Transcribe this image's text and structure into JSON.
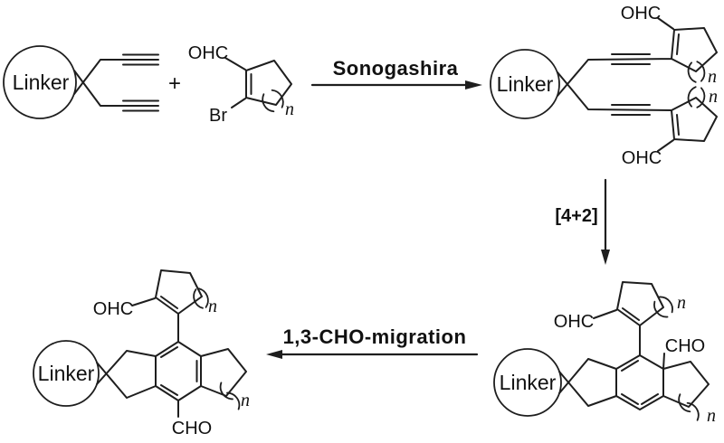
{
  "scheme": {
    "colors": {
      "ink": "#1e1e1e",
      "background": "#ffffff"
    },
    "labels": {
      "linker": "Linker",
      "plus": "+",
      "aldehyde_left": "OHC",
      "aldehyde_right": "CHO",
      "bromide": "Br",
      "ring_size": "n"
    },
    "steps": {
      "step1": "Sonogashira",
      "step2": "[4+2]",
      "step3": "1,3-CHO-migration"
    }
  }
}
